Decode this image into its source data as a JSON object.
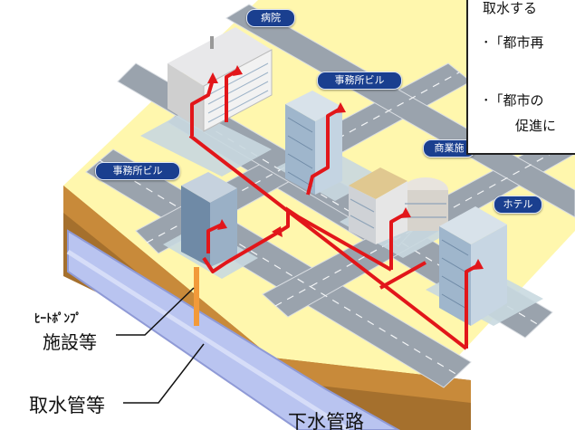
{
  "buildings": {
    "hospital": "病院",
    "office_right": "事務所ビル",
    "office_left": "事務所ビル",
    "commercial": "商業施",
    "hotel": "ホテル"
  },
  "callout": {
    "line1": "取水する",
    "line2": "･「都市再",
    "line3": "･「都市の",
    "line4": "促進に"
  },
  "labels": {
    "heat_pump_1": "ﾋｰﾄﾎﾟﾝﾌﾟ",
    "heat_pump_2": "施設等",
    "intake_pipe": "取水管等",
    "sewer": "下水管路"
  },
  "colors": {
    "ground": "#fff7ad",
    "road": "#9aa3ad",
    "pipe": "#e2161a",
    "label_bg": "#1a3f8f",
    "soil": "#a06a2a",
    "sewer_pipe": "#b9c4f0"
  }
}
